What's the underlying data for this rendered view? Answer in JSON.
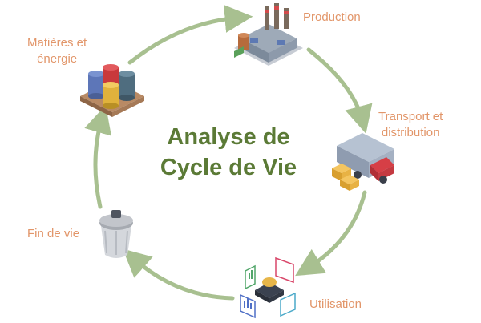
{
  "title": {
    "line1": "Analyse de",
    "line2": "Cycle de Vie"
  },
  "stages": {
    "materials": {
      "line1": "Matières et",
      "line2": "énergie",
      "icon": "barrels-icon"
    },
    "production": {
      "label": "Production",
      "icon": "factory-icon"
    },
    "transport": {
      "line1": "Transport et",
      "line2": "distribution",
      "icon": "delivery-truck-icon"
    },
    "usage": {
      "label": "Utilisation",
      "icon": "dashboard-chip-icon"
    },
    "end_of_life": {
      "label": "Fin de vie",
      "icon": "trash-bin-icon"
    }
  },
  "colors": {
    "arrow": "#a8c090",
    "label": "#e2966a",
    "title": "#5b7a36"
  }
}
